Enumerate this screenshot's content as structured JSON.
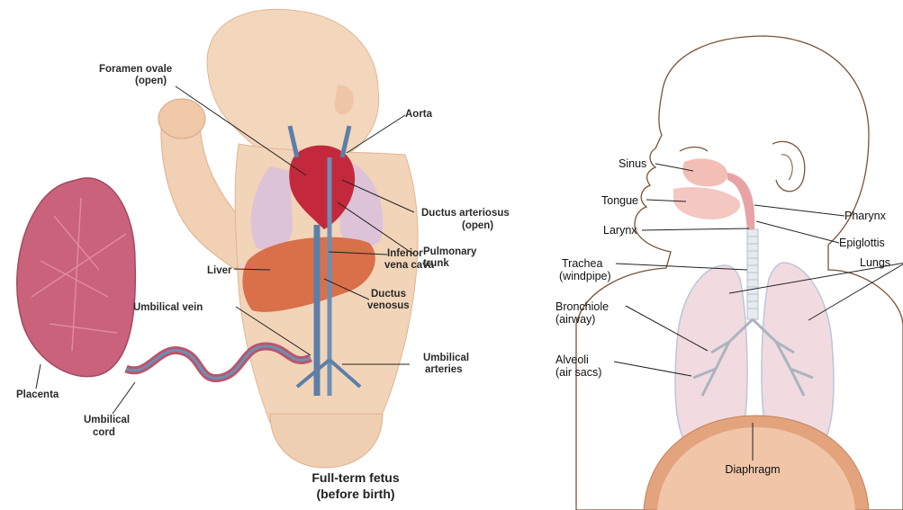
{
  "left_diagram": {
    "caption_line1": "Full-term fetus",
    "caption_line2": "(before birth)",
    "labels": {
      "foramen_ovale_l1": "Foramen ovale",
      "foramen_ovale_l2": "(open)",
      "aorta": "Aorta",
      "ductus_arteriosus_l1": "Ductus arteriosus",
      "ductus_arteriosus_l2": "(open)",
      "pulmonary_trunk_l1": "Pulmonary",
      "pulmonary_trunk_l2": "trunk",
      "liver": "Liver",
      "inferior_vena_cava_l1": "Inferior",
      "inferior_vena_cava_l2": "vena cava",
      "umbilical_vein": "Umbilical vein",
      "ductus_venosus_l1": "Ductus",
      "ductus_venosus_l2": "venosus",
      "umbilical_arteries_l1": "Umbilical",
      "umbilical_arteries_l2": "arteries",
      "placenta": "Placenta",
      "umbilical_cord_l1": "Umbilical",
      "umbilical_cord_l2": "cord"
    }
  },
  "right_diagram": {
    "labels": {
      "sinus": "Sinus",
      "tongue": "Tongue",
      "larynx": "Larynx",
      "trachea_l1": "Trachea",
      "trachea_l2": "(windpipe)",
      "bronchiole_l1": "Bronchiole",
      "bronchiole_l2": "(airway)",
      "alveoli_l1": "Alveoli",
      "alveoli_l2": "(air sacs)",
      "pharynx": "Pharynx",
      "epiglottis": "Epiglottis",
      "lungs": "Lungs",
      "diaphragm": "Diaphragm"
    }
  },
  "colors": {
    "skin": "#f1d3b6",
    "lung_pink": "#e9c6cf",
    "heart_red": "#c4283d",
    "vein_blue": "#5b7fa8",
    "liver": "#d9704a",
    "placenta": "#c9627a",
    "diaphragm": "#e3a37c",
    "outline": "#7a5238"
  }
}
